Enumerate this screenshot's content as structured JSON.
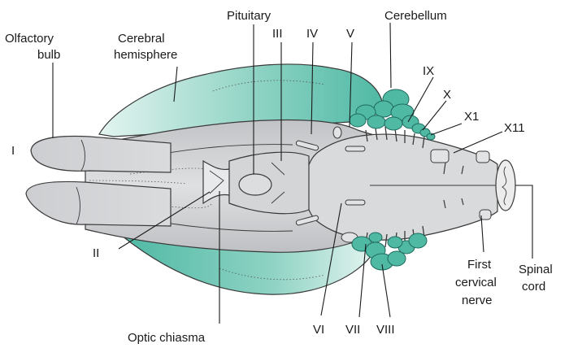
{
  "diagram": {
    "colors": {
      "teal": "#5cc2ad",
      "teal_dark": "#2f8f80",
      "teal_light": "#d6efe9",
      "brain_grey": "#cfd0d2",
      "brain_light": "#e6e7e8",
      "brain_dark": "#a6a8ab",
      "outline": "#3a3a3a"
    },
    "labels": {
      "olfactory_bulb": [
        "Olfactory",
        "bulb"
      ],
      "cerebral_hemisphere": [
        "Cerebral",
        "hemisphere"
      ],
      "pituitary": "Pituitary",
      "iii": "III",
      "iv": "IV",
      "v": "V",
      "cerebellum": "Cerebellum",
      "ix": "IX",
      "x": "X",
      "x1": "X1",
      "x11": "X11",
      "i": "I",
      "ii": "II",
      "optic_chiasma": "Optic chiasma",
      "vi": "VI",
      "vii": "VII",
      "viii": "VIII",
      "first_cervical_nerve": [
        "First",
        "cervical",
        "nerve"
      ],
      "spinal_cord": [
        "Spinal",
        "cord"
      ]
    }
  }
}
